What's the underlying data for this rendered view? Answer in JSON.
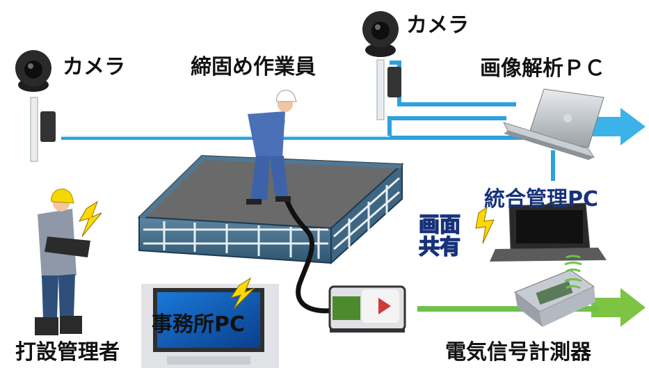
{
  "labels": {
    "camera_left": "カメラ",
    "camera_right": "カメラ",
    "worker": "締固め作業員",
    "analysis_pc": "画像解析ＰＣ",
    "integrated_pc": "統合管理PC",
    "screen_share_line1": "画面",
    "screen_share_line2": "共有",
    "office_pc": "事務所PC",
    "site_manager": "打設管理者",
    "meter": "電気信号計測器"
  },
  "colors": {
    "data_line": "#2ea0dc",
    "arrow_blue": "#3bb3e8",
    "arrow_green": "#7cc442",
    "signal_green": "#6cc24a",
    "lightning": "#ffd800",
    "integrated_label": "#17327a",
    "screen_share_fill": "#fff23a"
  },
  "icons": [
    "camera-icon",
    "laptop-icon",
    "monitor-icon",
    "lightning-icon",
    "worker-figure",
    "manager-figure",
    "vibrator-icon",
    "meter-device-icon",
    "wireless-signal-icon"
  ]
}
